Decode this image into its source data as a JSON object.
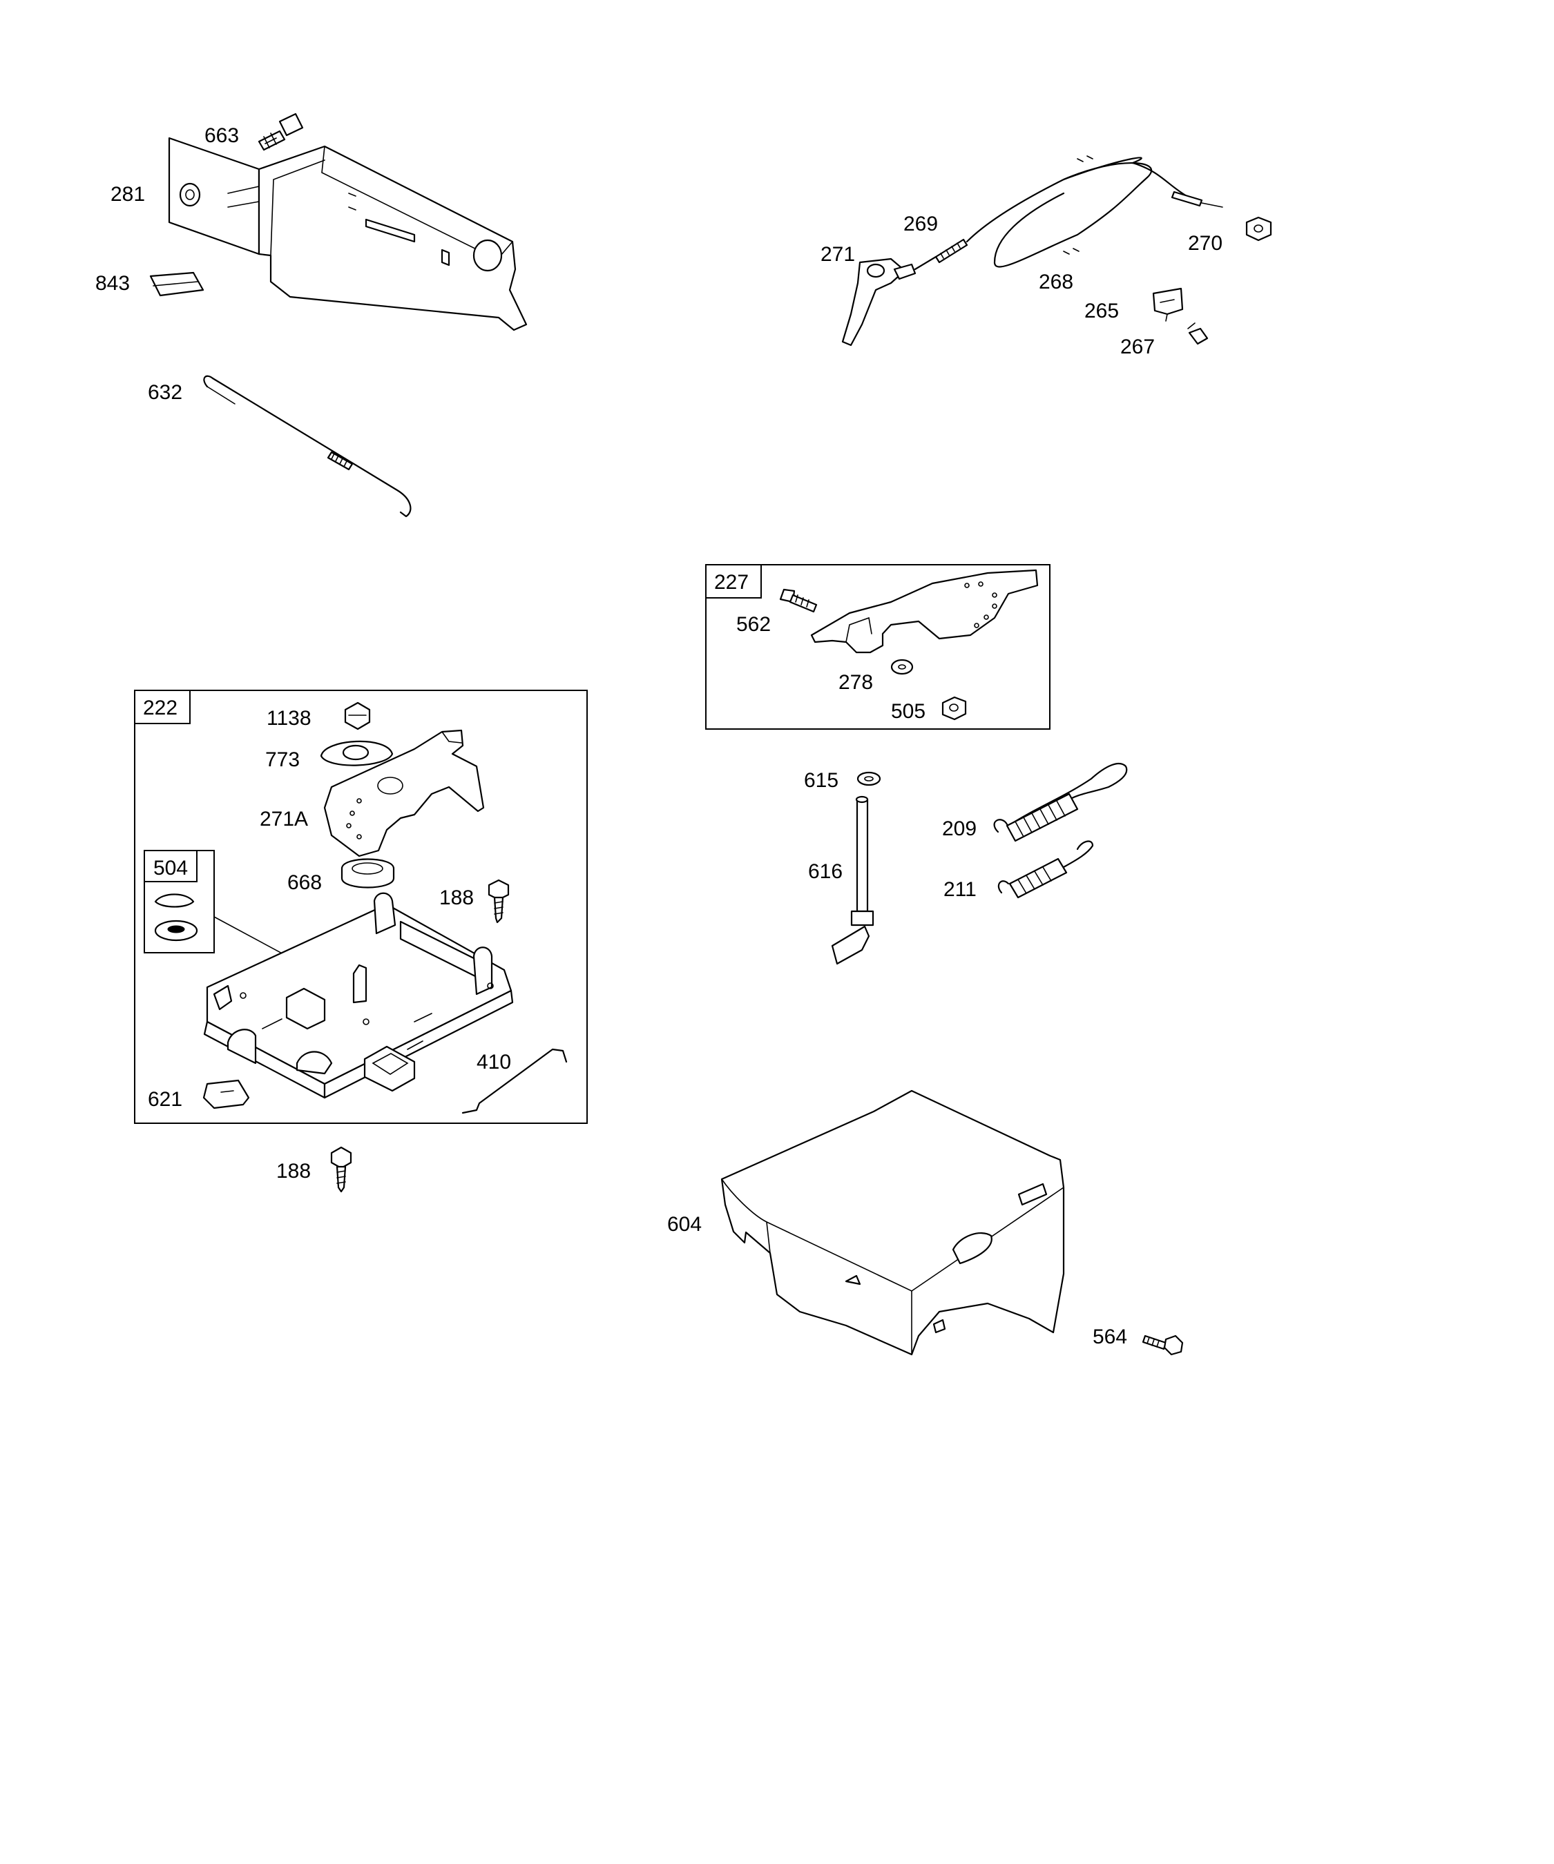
{
  "labels": {
    "p663": "663",
    "p281": "281",
    "p843": "843",
    "p632": "632",
    "p269": "269",
    "p271": "271",
    "p270": "270",
    "p268": "268",
    "p265": "265",
    "p267": "267",
    "g227": "227",
    "p562": "562",
    "p278": "278",
    "p505": "505",
    "g222": "222",
    "p1138": "1138",
    "p773": "773",
    "p271A": "271A",
    "g504": "504",
    "p668": "668",
    "p188a": "188",
    "p410": "410",
    "p621": "621",
    "p188b": "188",
    "p615": "615",
    "p616": "616",
    "p209": "209",
    "p211": "211",
    "p604": "604",
    "p564": "564"
  },
  "colors": {
    "line": "#000000",
    "background": "#ffffff"
  }
}
